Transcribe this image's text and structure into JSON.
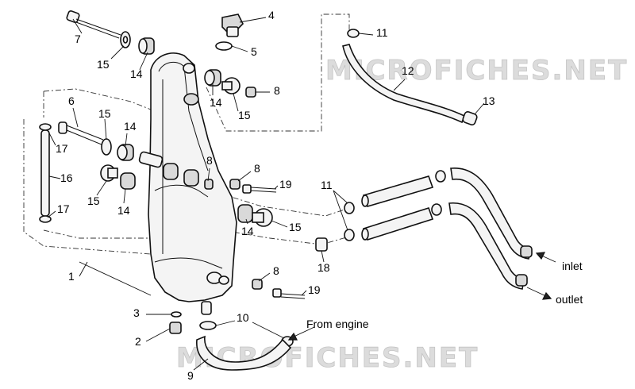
{
  "watermark": {
    "top": "MICROFICHES.NET",
    "bottom": "MICROFICHES.NET"
  },
  "callouts": [
    {
      "id": "c1",
      "label": "1"
    },
    {
      "id": "c2",
      "label": "2"
    },
    {
      "id": "c3",
      "label": "3"
    },
    {
      "id": "c4",
      "label": "4"
    },
    {
      "id": "c5",
      "label": "5"
    },
    {
      "id": "c6",
      "label": "6"
    },
    {
      "id": "c7",
      "label": "7"
    },
    {
      "id": "c8a",
      "label": "8"
    },
    {
      "id": "c8b",
      "label": "8"
    },
    {
      "id": "c8c",
      "label": "8"
    },
    {
      "id": "c8d",
      "label": "8"
    },
    {
      "id": "c9",
      "label": "9"
    },
    {
      "id": "c10",
      "label": "10"
    },
    {
      "id": "c11a",
      "label": "11"
    },
    {
      "id": "c11b",
      "label": "11"
    },
    {
      "id": "c12",
      "label": "12"
    },
    {
      "id": "c13",
      "label": "13"
    },
    {
      "id": "c14a",
      "label": "14"
    },
    {
      "id": "c14b",
      "label": "14"
    },
    {
      "id": "c14c",
      "label": "14"
    },
    {
      "id": "c14d",
      "label": "14"
    },
    {
      "id": "c14e",
      "label": "14"
    },
    {
      "id": "c15a",
      "label": "15"
    },
    {
      "id": "c15b",
      "label": "15"
    },
    {
      "id": "c15c",
      "label": "15"
    },
    {
      "id": "c15d",
      "label": "15"
    },
    {
      "id": "c15e",
      "label": "15"
    },
    {
      "id": "c16",
      "label": "16"
    },
    {
      "id": "c17a",
      "label": "17"
    },
    {
      "id": "c17b",
      "label": "17"
    },
    {
      "id": "c18",
      "label": "18"
    },
    {
      "id": "c19a",
      "label": "19"
    },
    {
      "id": "c19b",
      "label": "19"
    }
  ],
  "notes": {
    "from_engine": "From engine",
    "inlet": "inlet",
    "outlet": "outlet"
  }
}
